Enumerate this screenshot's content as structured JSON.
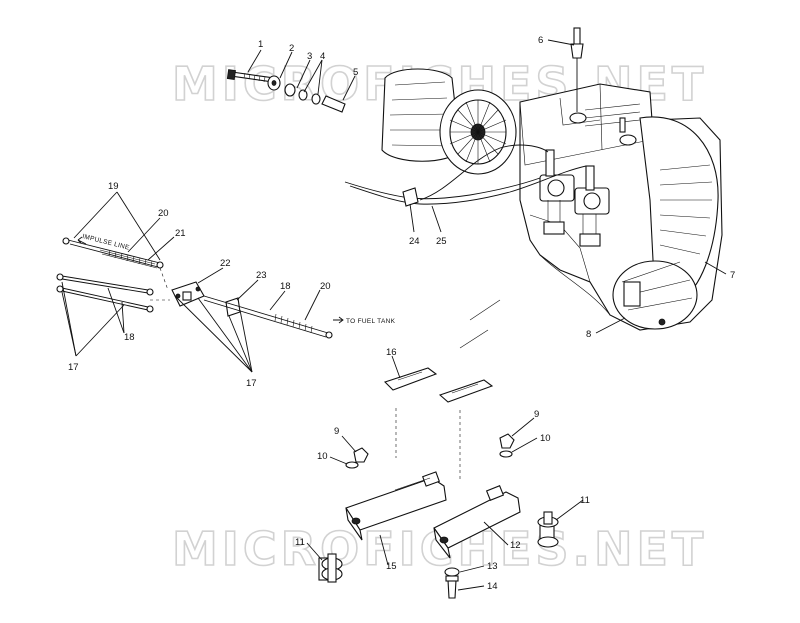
{
  "watermark": "MICROFICHES.NET",
  "notes": {
    "impulse_line": "IMPULSE LINE",
    "to_fuel_tank": "TO FUEL TANK"
  },
  "callouts": {
    "c1": "1",
    "c2": "2",
    "c3": "3",
    "c4": "4",
    "c5": "5",
    "c6": "6",
    "c7": "7",
    "c8": "8",
    "c9a": "9",
    "c9b": "9",
    "c10a": "10",
    "c10b": "10",
    "c11a": "11",
    "c11b": "11",
    "c12": "12",
    "c13": "13",
    "c14": "14",
    "c15": "15",
    "c16": "16",
    "c17a": "17",
    "c17b": "17",
    "c18a": "18",
    "c18b": "18",
    "c19": "19",
    "c20a": "20",
    "c20b": "20",
    "c21": "21",
    "c22": "22",
    "c23": "23",
    "c24": "24",
    "c25": "25"
  }
}
